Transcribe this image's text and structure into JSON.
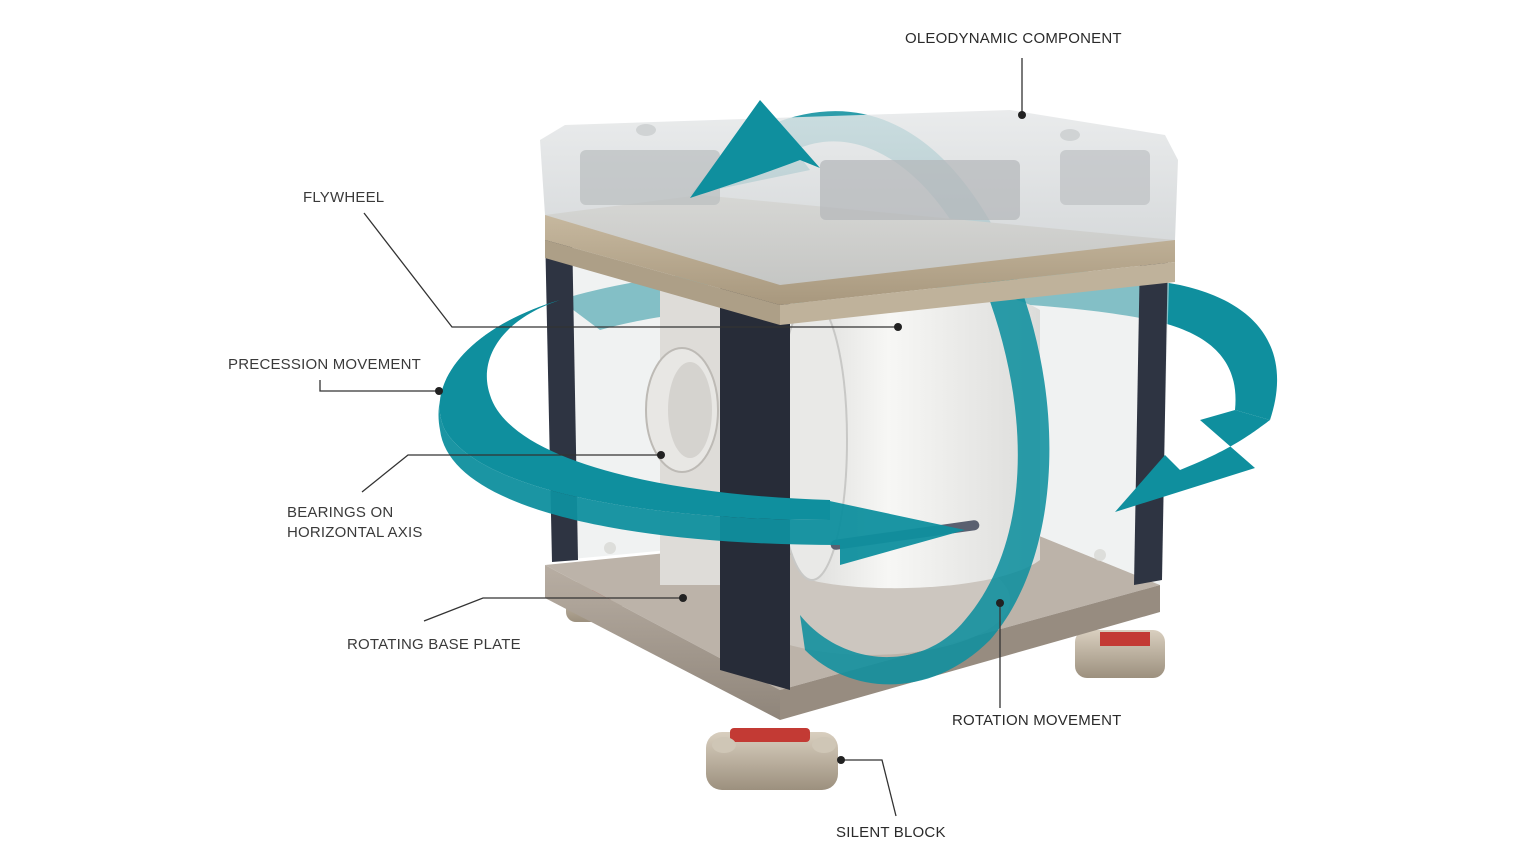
{
  "diagram": {
    "subject": "Gyroscopic stabilizer cutaway",
    "colors": {
      "background": "#ffffff",
      "arrow_teal": "#0f8f9e",
      "arrow_teal_dark": "#0b6f7c",
      "frame_post": "#2e3442",
      "bronze_frame": "#b7a890",
      "base_plate": "#a79d92",
      "glass_cover": "#d9dcdd",
      "flywheel_white": "#f2f2f0",
      "silent_block_red": "#c33a34",
      "label_text": "#3a3a3a",
      "leader_line": "#333333"
    },
    "labels": [
      {
        "id": "oleodynamic",
        "text": "OLEODYNAMIC COMPONENT"
      },
      {
        "id": "flywheel",
        "text": "FLYWHEEL"
      },
      {
        "id": "precession",
        "text": "PRECESSION MOVEMENT"
      },
      {
        "id": "bearings",
        "line1": "BEARINGS ON",
        "line2": "HORIZONTAL AXIS"
      },
      {
        "id": "base_plate",
        "text": "ROTATING BASE PLATE"
      },
      {
        "id": "rotation",
        "text": "ROTATION MOVEMENT"
      },
      {
        "id": "silent_block",
        "text": "SILENT BLOCK"
      }
    ]
  }
}
